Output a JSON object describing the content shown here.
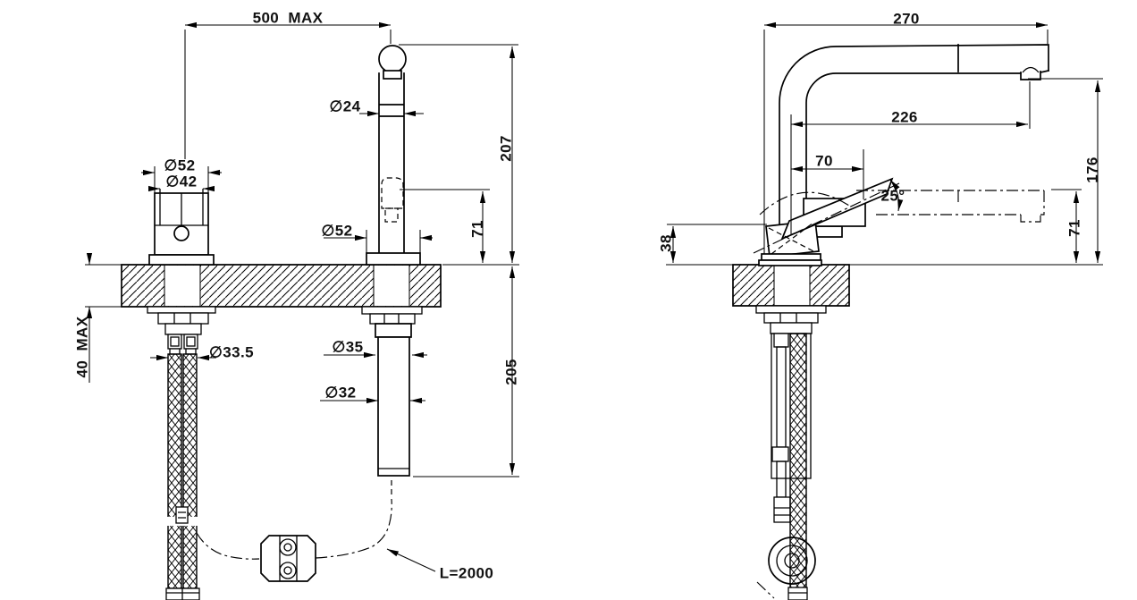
{
  "drawing": {
    "type": "faucet-installation-technical-drawing",
    "views": [
      "front-view",
      "side-view"
    ],
    "colors": {
      "line": "#000000",
      "background": "#ffffff"
    }
  },
  "dimensions": {
    "span_max": "500  MAX",
    "spout_dia": "∅24",
    "height_above": "207",
    "handle_dia_outer": "∅52",
    "handle_dia_inner": "∅42",
    "base_dia": "∅52",
    "spray_height": "71",
    "counter_thickness_max": "40  MAX",
    "hole_dia": "∅33.5",
    "tube_dia_upper": "∅35",
    "tube_dia_lower": "∅32",
    "depth_below": "205",
    "hose_length": "L=2000",
    "side_width": "270",
    "spout_reach": "226",
    "handle_reach": "70",
    "handle_angle": "25°",
    "outlet_height": "176",
    "spray_height_side": "71",
    "base_height": "38"
  }
}
